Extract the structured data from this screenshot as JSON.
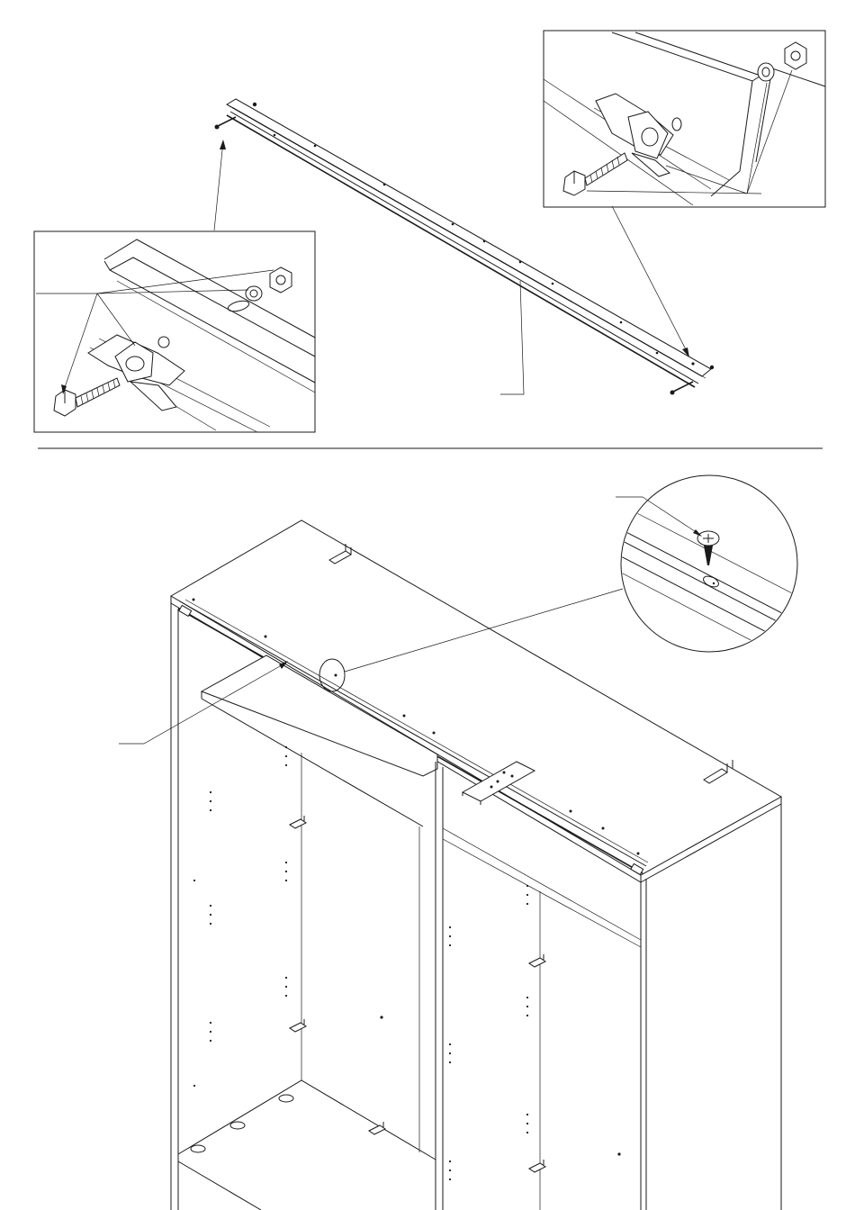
{
  "figure": {
    "steps": [
      {
        "part": "top-rail-assembly",
        "callouts": [
          "left-end-bolt-detail",
          "right-end-bolt-detail"
        ]
      },
      {
        "part": "wardrobe-top-rail-mounting",
        "callouts": [
          "screw-detail"
        ]
      }
    ],
    "colors": {
      "line": "#1a1a1a",
      "paper": "#ffffff"
    },
    "icons": [
      "hex-bolt-icon",
      "washer-icon",
      "hex-nut-icon",
      "clamp-icon",
      "screw-icon"
    ]
  }
}
